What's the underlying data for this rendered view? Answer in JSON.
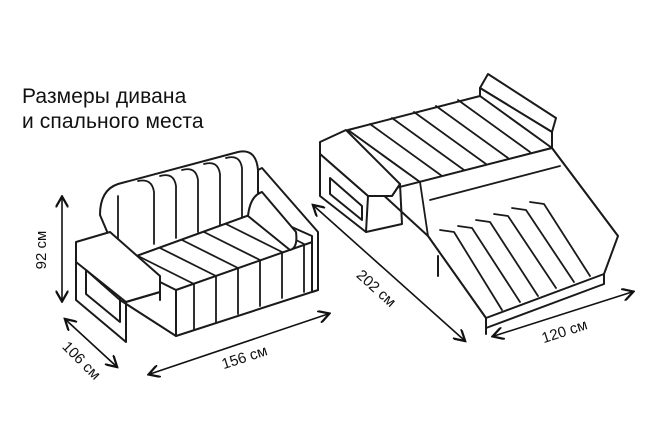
{
  "title": {
    "line1": "Размеры дивана",
    "line2": "и спального места"
  },
  "dimensions": {
    "height": "92 см",
    "depth": "106 см",
    "width": "156 см",
    "bed_length": "202 см",
    "bed_width": "120 см"
  },
  "colors": {
    "line": "#1a1a1a",
    "fill": "#ffffff"
  }
}
